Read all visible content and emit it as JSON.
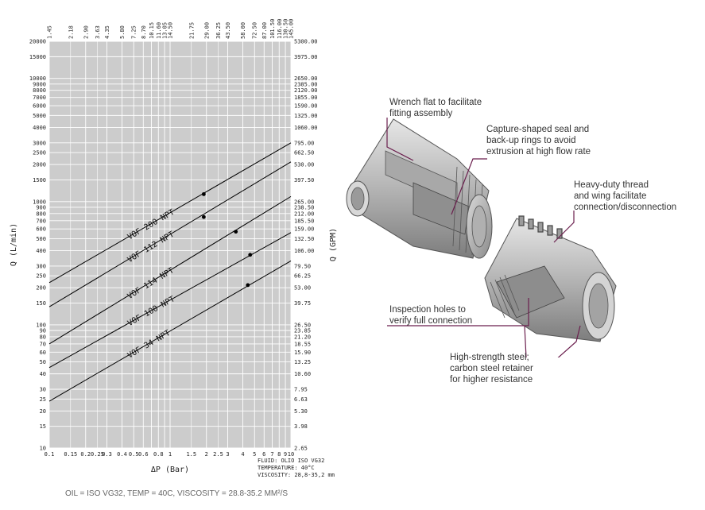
{
  "chart_data": {
    "type": "line",
    "xlabel": "ΔP (Bar)",
    "ylabel": "Q (L/min)",
    "ylabel_right": "Q (GPM)",
    "xscale": "log",
    "yscale": "log",
    "xlim": [
      0.1,
      10
    ],
    "ylim": [
      10,
      20000
    ],
    "grid": true,
    "x_ticks": [
      0.1,
      0.15,
      0.2,
      0.25,
      0.3,
      0.4,
      0.5,
      0.6,
      0.8,
      1,
      1.5,
      2,
      2.5,
      3,
      4,
      5,
      6,
      7,
      8,
      9,
      10
    ],
    "x_tick_labels": [
      "0.1",
      "0.15",
      "0.2",
      "0.25",
      "0.3",
      "0.4",
      "0.5",
      "0.6",
      "0.8",
      "1",
      "1.5",
      "2",
      "2.5",
      "3",
      "4",
      "5",
      "6",
      "7",
      "8",
      "9",
      "10"
    ],
    "x_top_ticks": [
      0.1,
      0.15,
      0.2,
      0.25,
      0.3,
      0.4,
      0.5,
      0.6,
      0.7,
      0.8,
      0.9,
      1,
      1.5,
      2,
      2.5,
      3,
      4,
      5,
      6,
      7,
      8,
      9,
      10
    ],
    "x_top_tick_labels": [
      "1.45",
      "2.18",
      "2.90",
      "3.63",
      "4.35",
      "5.80",
      "7.25",
      "8.70",
      "10.15",
      "11.60",
      "13.05",
      "14.50",
      "21.75",
      "29.00",
      "36.25",
      "43.50",
      "58.00",
      "72.50",
      "87.00",
      "101.50",
      "116.00",
      "130.50",
      "145.00"
    ],
    "y_ticks": [
      10,
      15,
      20,
      25,
      30,
      40,
      50,
      60,
      70,
      80,
      90,
      100,
      150,
      200,
      250,
      300,
      400,
      500,
      600,
      700,
      800,
      900,
      1000,
      1500,
      2000,
      2500,
      3000,
      4000,
      5000,
      6000,
      7000,
      8000,
      9000,
      10000,
      15000,
      20000
    ],
    "y_tick_labels": [
      "10",
      "15",
      "20",
      "25",
      "30",
      "40",
      "50",
      "60",
      "70",
      "80",
      "90",
      "100",
      "150",
      "200",
      "250",
      "300",
      "400",
      "500",
      "600",
      "700",
      "800",
      "900",
      "1000",
      "1500",
      "2000",
      "2500",
      "3000",
      "4000",
      "5000",
      "6000",
      "7000",
      "8000",
      "9000",
      "10000",
      "15000",
      "20000"
    ],
    "y_right_tick_labels": [
      "2.65",
      "3.98",
      "5.30",
      "6.63",
      "7.95",
      "10.60",
      "13.25",
      "15.90",
      "18.55",
      "21.20",
      "23.85",
      "26.50",
      "39.75",
      "53.00",
      "66.25",
      "79.50",
      "106.00",
      "132.50",
      "159.00",
      "185.50",
      "212.00",
      "238.50",
      "265.00",
      "397.50",
      "530.00",
      "662.50",
      "795.00",
      "1060.00",
      "1325.00",
      "1590.00",
      "1855.00",
      "2120.00",
      "2385.00",
      "2650.00",
      "3975.00",
      "5300.00"
    ],
    "series": [
      {
        "name": "VOF 200 NPT",
        "x": [
          0.1,
          10
        ],
        "y": [
          220,
          3000
        ],
        "marker": {
          "x": 1.9,
          "y": 1150
        }
      },
      {
        "name": "VOF 112 NPT",
        "x": [
          0.1,
          10
        ],
        "y": [
          140,
          2100
        ],
        "marker": {
          "x": 1.9,
          "y": 750
        }
      },
      {
        "name": "VOF 114 NPT",
        "x": [
          0.1,
          10
        ],
        "y": [
          70,
          1100
        ],
        "marker": {
          "x": 3.5,
          "y": 570
        }
      },
      {
        "name": "VOF 100 NPT",
        "x": [
          0.1,
          10
        ],
        "y": [
          45,
          560
        ],
        "marker": {
          "x": 4.6,
          "y": 370
        }
      },
      {
        "name": "VOF 34 NPT",
        "x": [
          0.1,
          10
        ],
        "y": [
          24,
          330
        ],
        "marker": {
          "x": 4.4,
          "y": 210
        }
      }
    ]
  },
  "fluid_info": {
    "fluid": "FLUID: OLIO ISO VG32",
    "temperature": "TEMPERATURE: 40°C",
    "viscosity": "VISCOSITY: 28,8-35,2 mm"
  },
  "footer": "OIL = ISO VG32, TEMP = 40C, VISCOSITY = 28.8-35.2 MM²/S",
  "callouts": {
    "wrench": [
      "Wrench flat to facilitate",
      "fitting assembly"
    ],
    "seal": [
      "Capture-shaped seal and",
      "back-up rings to avoid",
      "extrusion at high flow rate"
    ],
    "thread": [
      "Heavy-duty thread",
      "and wing facilitate",
      "connection/disconnection"
    ],
    "inspection": [
      "Inspection holes to",
      "verify full connection"
    ],
    "steel": [
      "High-strength steel;",
      "carbon steel retainer",
      "for higher resistance"
    ]
  },
  "colors": {
    "plot_bg": "#cccccc",
    "grid": "#ffffff",
    "line": "#000000",
    "callout_line": "#6b1f4e",
    "body_metal": "#b9b9b9"
  }
}
